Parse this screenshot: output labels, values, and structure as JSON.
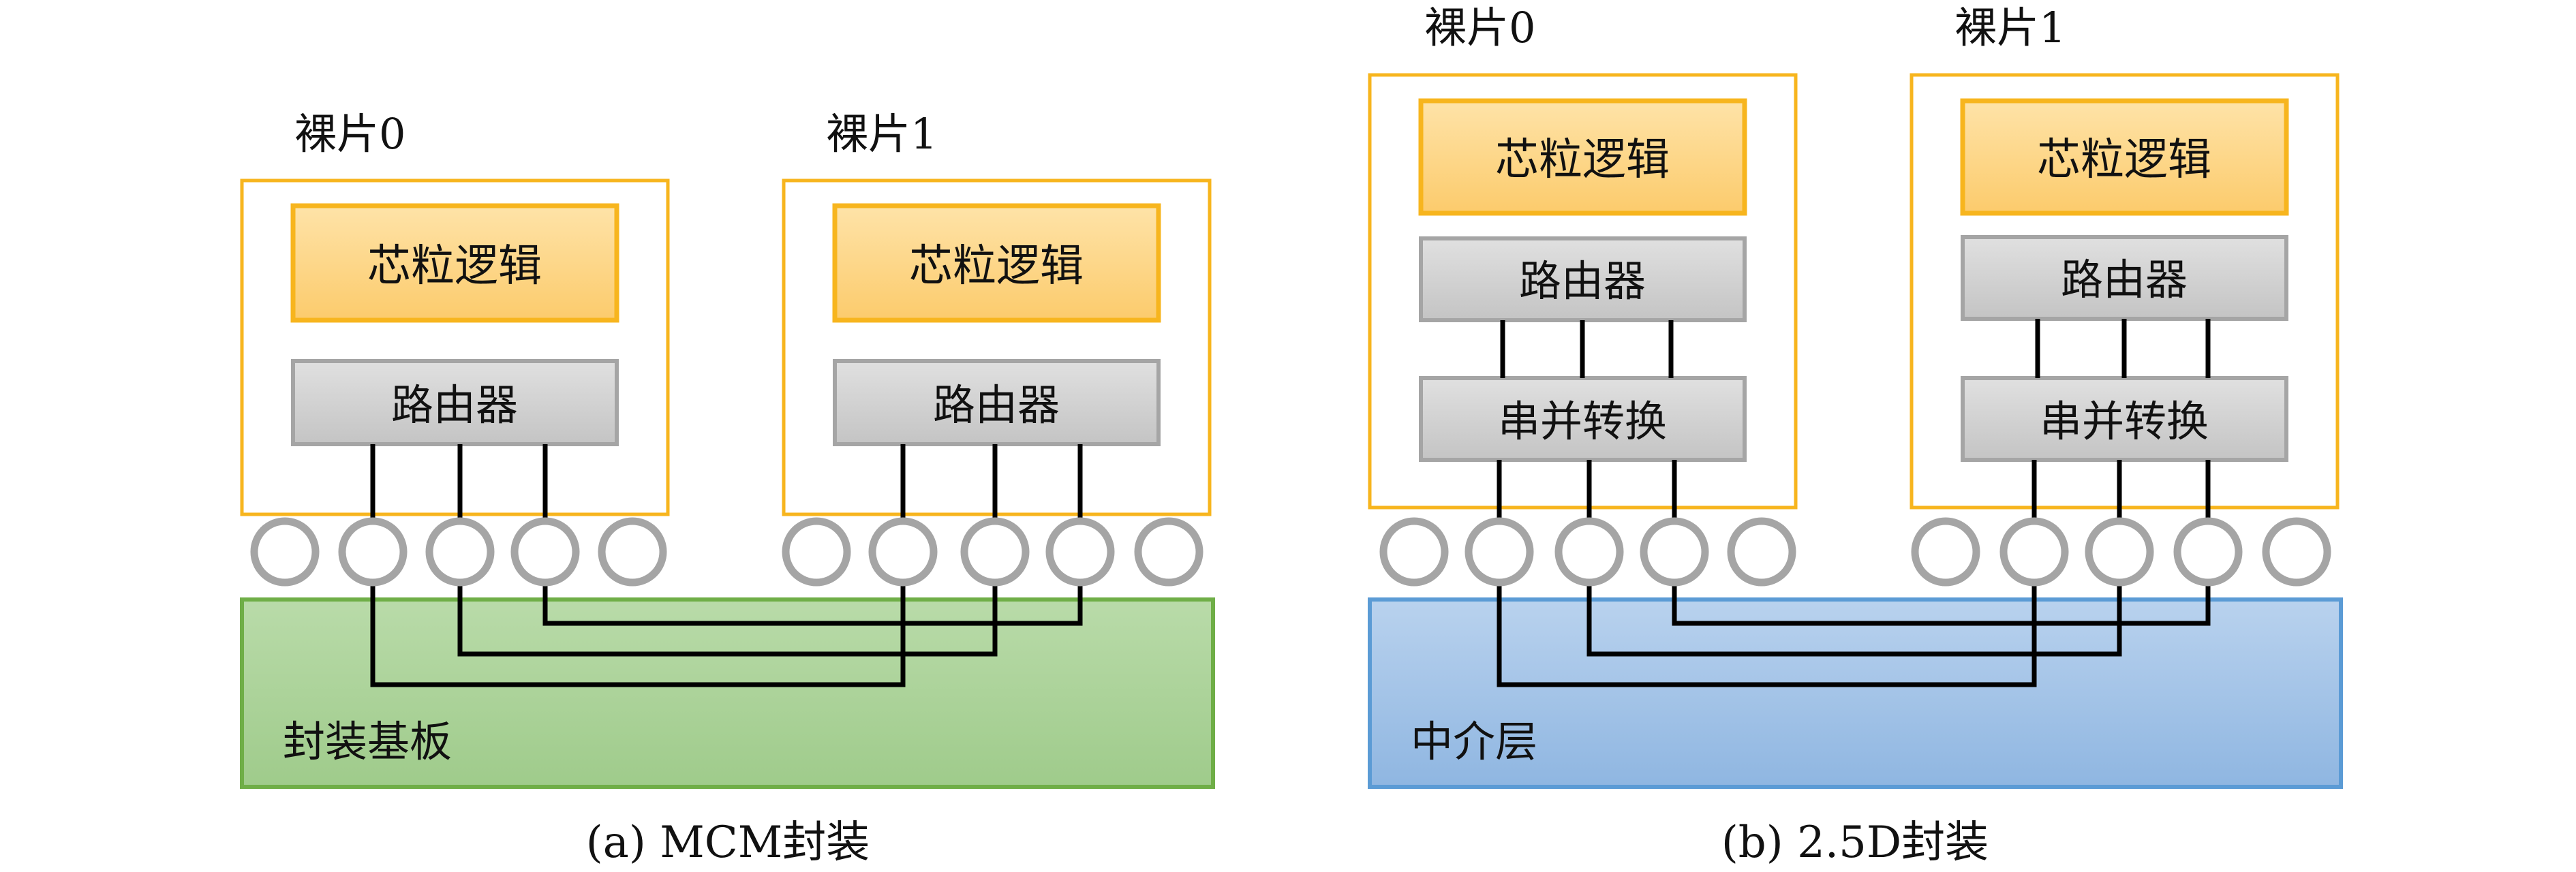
{
  "figure_a": {
    "caption": "(a) MCM封装",
    "substrate_label": "封装基板",
    "dies": [
      {
        "label": "裸片0",
        "logic_label": "芯粒逻辑",
        "router_label": "路由器"
      },
      {
        "label": "裸片1",
        "logic_label": "芯粒逻辑",
        "router_label": "路由器"
      }
    ]
  },
  "figure_b": {
    "caption": "(b) 2.5D封装",
    "interposer_label": "中介层",
    "dies": [
      {
        "label": "裸片0",
        "logic_label": "芯粒逻辑",
        "router_label": "路由器",
        "serdes_label": "串并转换"
      },
      {
        "label": "裸片1",
        "logic_label": "芯粒逻辑",
        "router_label": "路由器",
        "serdes_label": "串并转换"
      }
    ]
  },
  "colors": {
    "die_border": "#f7b51e",
    "logic_fill": "#fdd587",
    "block_fill": "#d2d2d2",
    "block_border": "#a5a5a5",
    "bump_stroke": "#a5a5a5",
    "substrate_fill": "#acd29a",
    "substrate_border": "#6fae47",
    "interposer_fill": "#a8c6e8",
    "interposer_border": "#5b9bd5",
    "wire": "#000000"
  }
}
